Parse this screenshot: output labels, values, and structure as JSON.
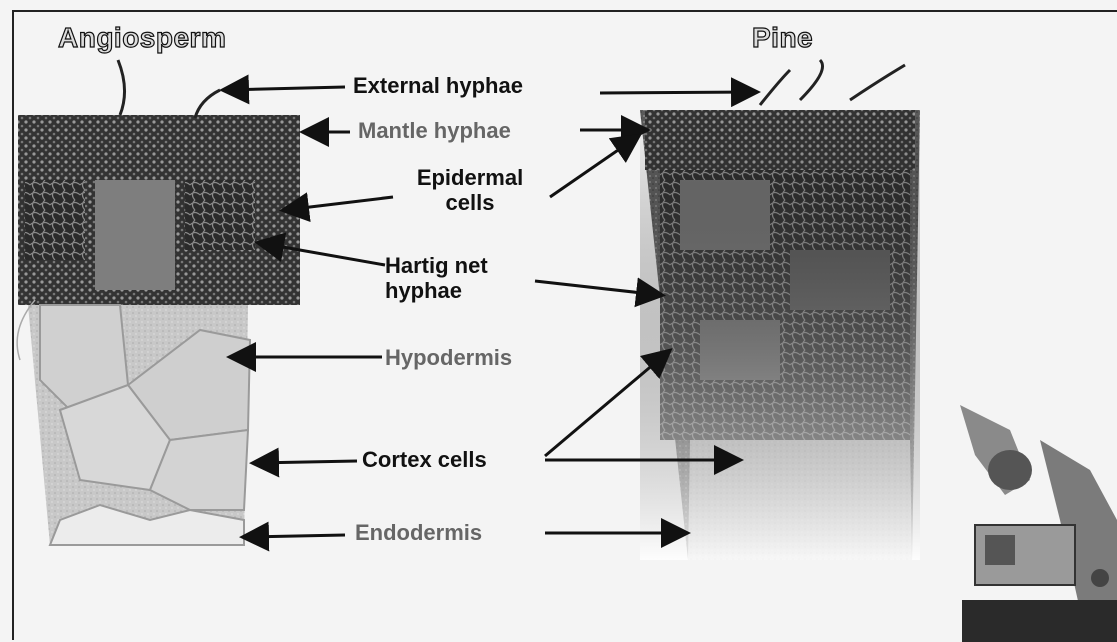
{
  "diagram": {
    "left_title": "Angiosperm",
    "right_title": "Pine",
    "labels": {
      "external_hyphae": "External hyphae",
      "mantle_hyphae": "Mantle hyphae",
      "epidermal_cells": "Epidermal cells",
      "hartig_net_hyphae": "Hartig net hyphae",
      "hypodermis": "Hypodermis",
      "cortex_cells": "Cortex cells",
      "endodermis": "Endodermis"
    }
  }
}
